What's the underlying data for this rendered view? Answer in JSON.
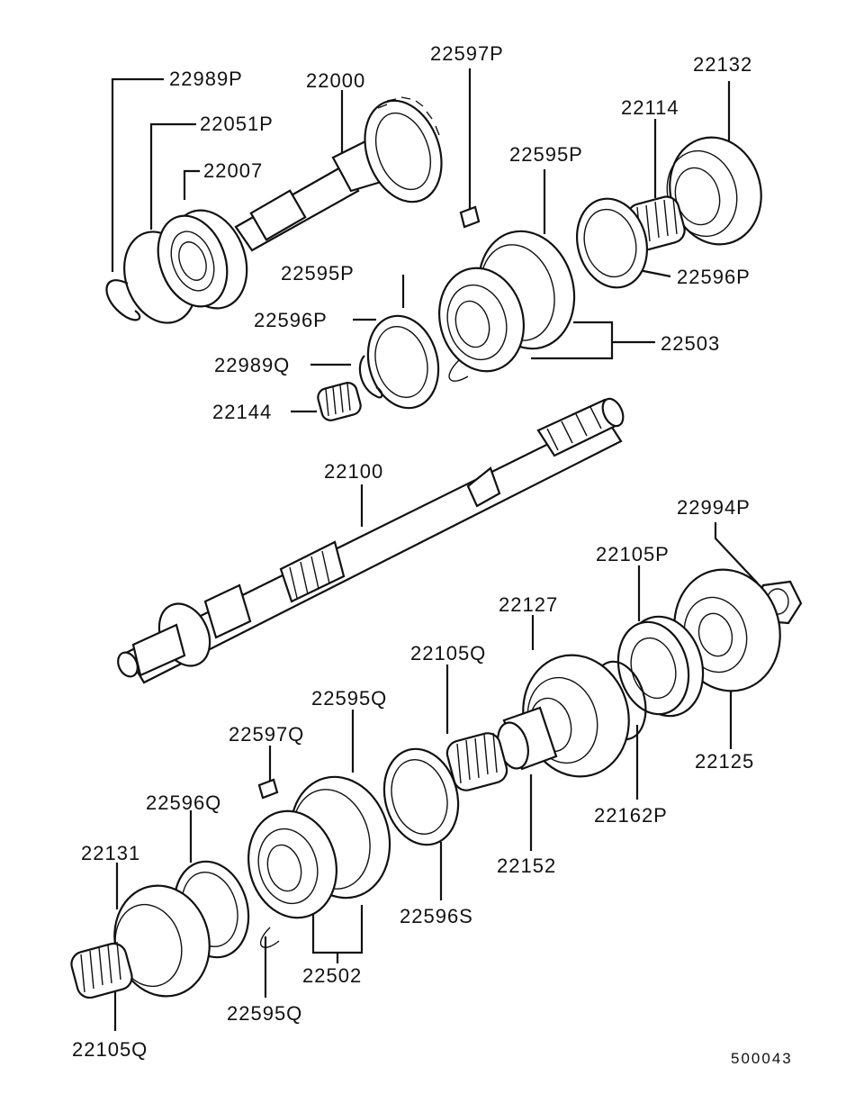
{
  "labels": {
    "l22989P": "22989P",
    "l22000": "22000",
    "l22597P": "22597P",
    "l22132": "22132",
    "l22051P": "22051P",
    "l22114": "22114",
    "l22007": "22007",
    "l22595P_a": "22595P",
    "l22595P_b": "22595P",
    "l22596P_a": "22596P",
    "l22596P_b": "22596P",
    "l22503": "22503",
    "l22989Q": "22989Q",
    "l22144": "22144",
    "l22100": "22100",
    "l22994P": "22994P",
    "l22105P": "22105P",
    "l22127": "22127",
    "l22105Q_a": "22105Q",
    "l22595Q_a": "22595Q",
    "l22597Q": "22597Q",
    "l22596Q": "22596Q",
    "l22131": "22131",
    "l22125": "22125",
    "l22162P": "22162P",
    "l22152": "22152",
    "l22596S": "22596S",
    "l22502": "22502",
    "l22595Q_b": "22595Q",
    "l22105Q_b": "22105Q"
  },
  "diagram_code": "500043"
}
